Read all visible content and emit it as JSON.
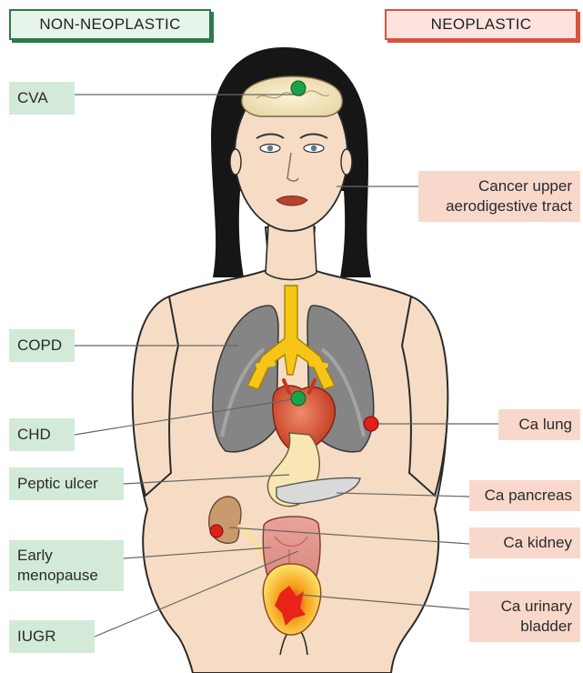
{
  "headers": {
    "non_neoplastic": "NON-NEOPLASTIC",
    "neoplastic": "NEOPLASTIC"
  },
  "left_labels": {
    "cva": "CVA",
    "copd": "COPD",
    "chd": "CHD",
    "peptic_ulcer": "Peptic ulcer",
    "early_menopause": "Early menopause",
    "iugr": "IUGR"
  },
  "right_labels": {
    "cancer_upper_aerodigestive": "Cancer upper aerodigestive tract",
    "ca_lung": "Ca lung",
    "ca_pancreas": "Ca pancreas",
    "ca_kidney": "Ca kidney",
    "ca_urinary_bladder": "Ca urinary bladder"
  },
  "colors": {
    "non_neoplastic_marker": "#1aa34a",
    "neoplastic_marker": "#e0201b",
    "skin": "#f6dcc4",
    "hair": "#161616",
    "trachea": "#f6c516"
  }
}
